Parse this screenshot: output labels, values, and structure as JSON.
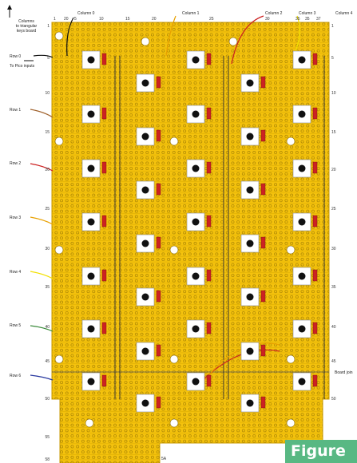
{
  "annotations": {
    "columns_note": "Columns\nto triangular\nkeys board",
    "to_pico": "To Pico inputs",
    "board_join": "Board join"
  },
  "columns": [
    {
      "label": "Column 0",
      "color": "#111111"
    },
    {
      "label": "Column 1",
      "color": "#e8a000"
    },
    {
      "label": "Column 2",
      "color": "#cc2020"
    },
    {
      "label": "Column 3",
      "color": "#f2e000"
    },
    {
      "label": "Column 4",
      "color": "#222222"
    }
  ],
  "rows": [
    {
      "label": "Row 0",
      "color": "#111111"
    },
    {
      "label": "Row 1",
      "color": "#a0622d"
    },
    {
      "label": "Row 2",
      "color": "#cc2020"
    },
    {
      "label": "Row 3",
      "color": "#e8a000"
    },
    {
      "label": "Row 4",
      "color": "#f2e000"
    },
    {
      "label": "Row 5",
      "color": "#3a8a3a"
    },
    {
      "label": "Row 6",
      "color": "#2a3aa0"
    }
  ],
  "top_column_numbers": [
    "1",
    "5",
    "10",
    "15",
    "20",
    "25",
    "30",
    "35",
    "37"
  ],
  "top_numbers_upper": [
    "20",
    "35"
  ],
  "left_row_numbers": [
    "1",
    "5",
    "10",
    "15",
    "20",
    "25",
    "30",
    "35",
    "40",
    "45",
    "50",
    "55",
    "58"
  ],
  "right_row_numbers": [
    "1",
    "5",
    "10",
    "15",
    "20",
    "25",
    "30",
    "35",
    "40",
    "45",
    "50"
  ],
  "bottom_column_number": "5A",
  "figure_label": "Figure",
  "colors": {
    "board": "#f4c20d",
    "board_edge": "#c89a00",
    "hole": "#fff6cf",
    "switch_body": "#ffffff",
    "switch_core": "#111111",
    "diode": "#cc2222"
  }
}
